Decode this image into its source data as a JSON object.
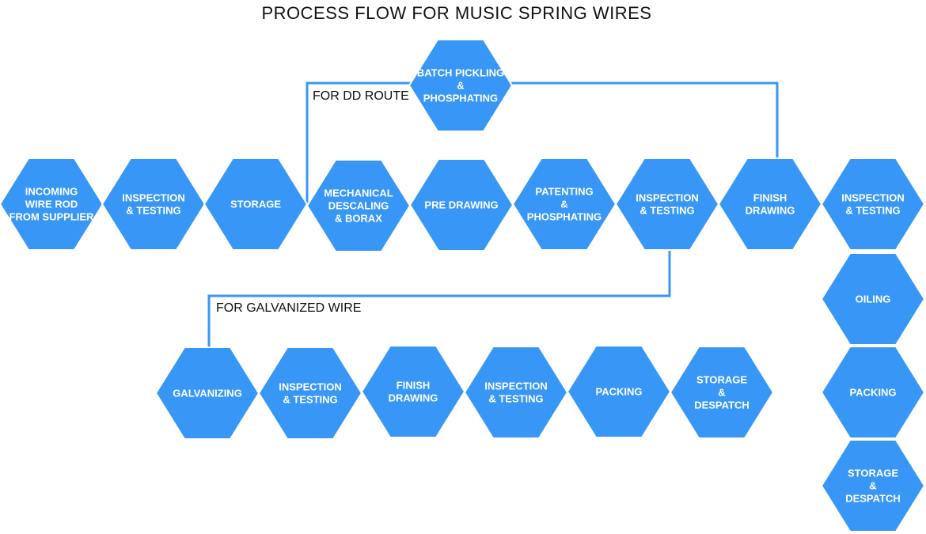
{
  "title": "PROCESS FLOW FOR MUSIC SPRING WIRES",
  "colors": {
    "node_fill": "#3897f6",
    "connector": "#3897f6",
    "node_text": "#ffffff",
    "label_text": "#111111"
  },
  "route_labels": {
    "dd_route": "FOR DD ROUTE",
    "galvanized": "FOR GALVANIZED WIRE"
  },
  "main_row": [
    {
      "id": "incoming",
      "lines": [
        "INCOMING",
        "WIRE ROD",
        "FROM SUPPLIER"
      ]
    },
    {
      "id": "inspection-1",
      "lines": [
        "INSPECTION",
        "& TESTING"
      ]
    },
    {
      "id": "storage-1",
      "lines": [
        "STORAGE"
      ]
    },
    {
      "id": "mechanical-descaling",
      "lines": [
        "MECHANICAL",
        "DESCALING",
        "& BORAX"
      ]
    },
    {
      "id": "pre-drawing",
      "lines": [
        "PRE DRAWING"
      ]
    },
    {
      "id": "patenting",
      "lines": [
        "PATENTING",
        "&",
        "PHOSPHATING"
      ]
    },
    {
      "id": "inspection-2",
      "lines": [
        "INSPECTION",
        "& TESTING"
      ]
    },
    {
      "id": "finish-drawing-1",
      "lines": [
        "FINISH",
        "DRAWING"
      ]
    },
    {
      "id": "inspection-3",
      "lines": [
        "INSPECTION",
        "& TESTING"
      ]
    }
  ],
  "dd_route_node": {
    "id": "batch-pickling",
    "lines": [
      "BATCH PICKLING",
      "&",
      "PHOSPHATING"
    ]
  },
  "right_column": [
    {
      "id": "oiling",
      "lines": [
        "OILING"
      ]
    },
    {
      "id": "packing-1",
      "lines": [
        "PACKING"
      ]
    },
    {
      "id": "storage-despatch-1",
      "lines": [
        "STORAGE",
        "&",
        "DESPATCH"
      ]
    }
  ],
  "galvanized_row": [
    {
      "id": "galvanizing",
      "lines": [
        "GALVANIZING"
      ]
    },
    {
      "id": "inspection-4",
      "lines": [
        "INSPECTION",
        "& TESTING"
      ]
    },
    {
      "id": "finish-drawing-2",
      "lines": [
        "FINISH",
        "DRAWING"
      ]
    },
    {
      "id": "inspection-5",
      "lines": [
        "INSPECTION",
        "& TESTING"
      ]
    },
    {
      "id": "packing-2",
      "lines": [
        "PACKING"
      ]
    },
    {
      "id": "storage-despatch-2",
      "lines": [
        "STORAGE",
        "&",
        "DESPATCH"
      ]
    }
  ]
}
